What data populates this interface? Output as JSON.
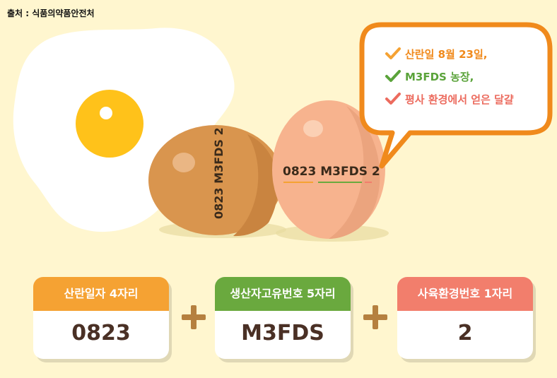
{
  "source": "출처 : 식품의약품안전처",
  "eggs": {
    "left_code": "0823 M3FDS 2",
    "right_code": "0823 M3FDS 2"
  },
  "bubble": {
    "lines": [
      "산란일 8월 23일,",
      "M3FDS 농장,",
      "평사 환경에서 얻은 달걀"
    ],
    "colors": [
      "#f08a1c",
      "#5aa33a",
      "#ec6b5e"
    ]
  },
  "cards": [
    {
      "label": "산란일자 4자리",
      "value": "0823",
      "color": "#f5a233"
    },
    {
      "label": "생산자고유번호 5자리",
      "value": "M3FDS",
      "color": "#6aa93e"
    },
    {
      "label": "사육환경번호 1자리",
      "value": "2",
      "color": "#f27e6c"
    }
  ],
  "colors": {
    "background": "#fff6cf",
    "plus": "#b5803f",
    "bubble_border": "#f08a1c"
  }
}
